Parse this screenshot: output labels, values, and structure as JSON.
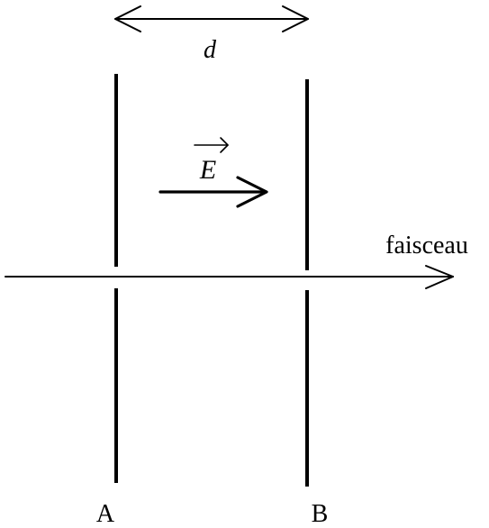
{
  "labels": {
    "distance": "d",
    "field": "E",
    "beam": "faisceau",
    "plate_a": "A",
    "plate_b": "B"
  }
}
